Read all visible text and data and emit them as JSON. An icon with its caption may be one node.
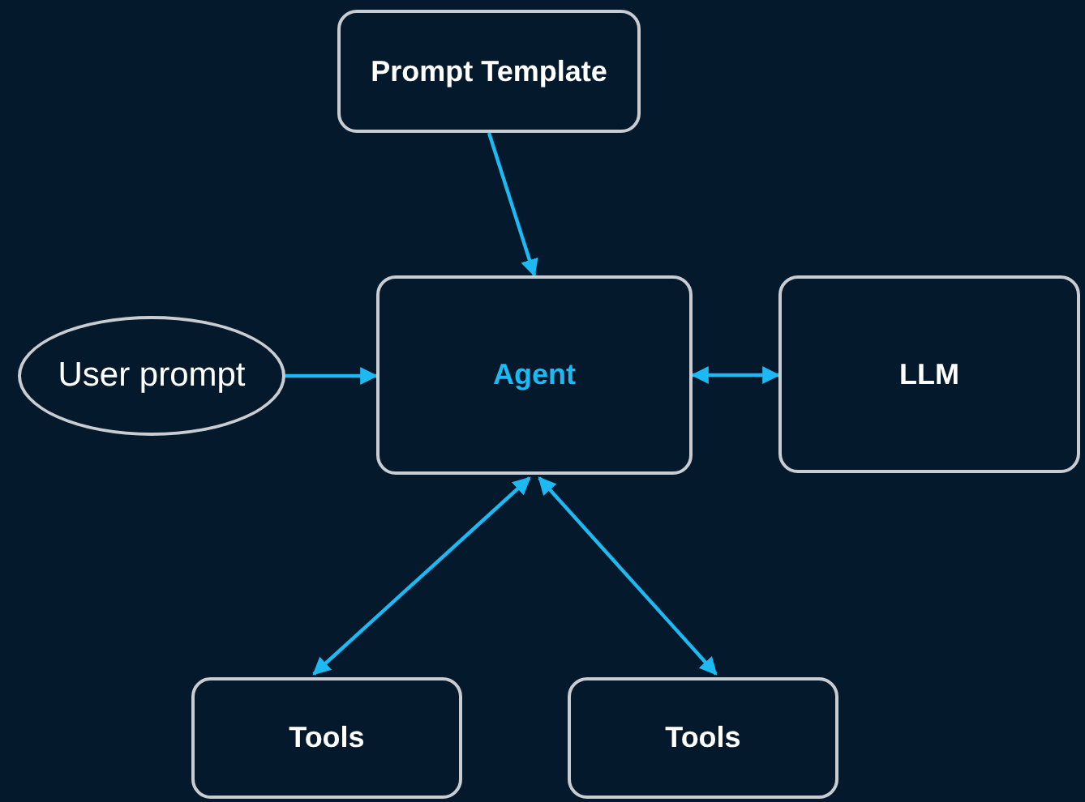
{
  "diagram": {
    "nodes": [
      {
        "text": [
          "Prompt Template"
        ]
      },
      {
        "text": [
          "User prompt"
        ]
      },
      {
        "text": [
          "Agent"
        ]
      },
      {
        "text": [
          "LLM"
        ]
      },
      {
        "text": [
          "Tools"
        ]
      },
      {
        "text": [
          "Tools"
        ]
      }
    ],
    "edges": [
      {
        "from": 0,
        "to": 2,
        "arrow": "to"
      },
      {
        "from": 1,
        "to": 2,
        "arrow": "to"
      },
      {
        "from": 2,
        "to": 3,
        "arrow": "both"
      },
      {
        "from": 2,
        "to": 4,
        "arrow": "both"
      },
      {
        "from": 2,
        "to": 5,
        "arrow": "both"
      }
    ]
  }
}
